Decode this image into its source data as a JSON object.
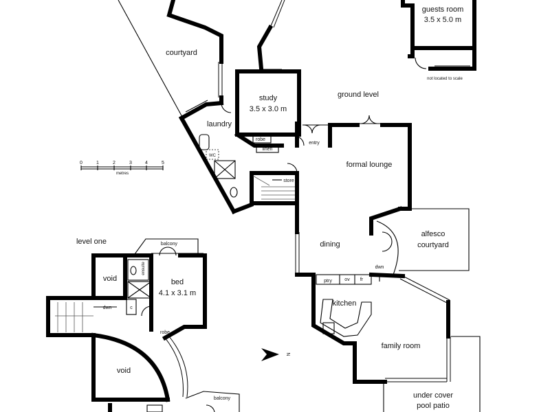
{
  "plan": {
    "rooms": {
      "courtyard": "courtyard",
      "study_name": "study",
      "study_size": "3.5 x 3.0 m",
      "laundry": "laundry",
      "robe_ground": "robe",
      "linen": "linen",
      "wc": "WC",
      "store": "store",
      "entry": "entry",
      "ground_level": "ground level",
      "formal_lounge": "formal lounge",
      "dining": "dining",
      "alfesco_line1": "alfesco",
      "alfesco_line2": "courtyard",
      "kitchen": "kitchen",
      "pantry": "ptry",
      "oven": "ov",
      "fridge": "fr",
      "dwn_ground": "dwn",
      "family_room": "family room",
      "under_cover_line1": "under cover",
      "under_cover_line2": "pool patio",
      "guests_name": "guests room",
      "guests_size": "3.5 x 5.0 m",
      "not_to_scale": "not located to scale",
      "level_one": "level one",
      "balcony_upper": "balcony",
      "void_upper": "void",
      "ensuite": "ensuite",
      "bed_name": "bed",
      "bed_size": "4.1 x 3.1 m",
      "cupboard": "c",
      "dwn_level_one": "dwn",
      "robe_bed": "robe",
      "void_lower": "void",
      "balcony_lower": "balcony"
    },
    "scale_bar": {
      "ticks": [
        "0",
        "1",
        "2",
        "3",
        "4",
        "5"
      ],
      "unit": "metres"
    },
    "north_symbol": "N"
  }
}
